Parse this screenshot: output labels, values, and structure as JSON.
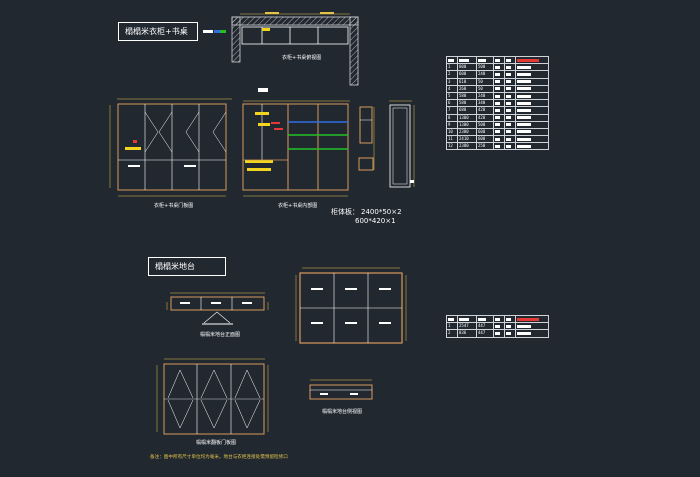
{
  "titles": {
    "wardrobe_desk": "榻榻米衣柜+书桌",
    "tatami_base": "榻榻米地台"
  },
  "view_labels": {
    "wardrobe_top_plan": "衣柜+书桌俯视图",
    "wardrobe_front_doors": "衣柜+书桌门板图",
    "wardrobe_internal": "衣柜+书桌内部图",
    "tatami_front_elevation": "榻榻米地台正面图",
    "tatami_side_section": "榻榻米地台侧视图",
    "tatami_door_elevation": "榻榻米翻板门板图"
  },
  "sheet_note": {
    "label": "柜体板：",
    "lines": [
      "2400*50×2",
      "600*420×1"
    ]
  },
  "footer_note": "备注：图中所有尺寸单位均为毫米，地台与衣柜连接处需预留检修口",
  "tables": {
    "main_rows": [
      {
        "id": "1",
        "size": "800",
        "w": "500"
      },
      {
        "id": "2",
        "size": "600",
        "w": "240"
      },
      {
        "id": "3",
        "size": "610",
        "w": "50"
      },
      {
        "id": "4",
        "size": "260",
        "w": "50"
      },
      {
        "id": "5",
        "size": "580",
        "w": "240"
      },
      {
        "id": "6",
        "size": "580",
        "w": "340"
      },
      {
        "id": "7",
        "size": "680",
        "w": "420"
      },
      {
        "id": "8",
        "size": "1300",
        "w": "420"
      },
      {
        "id": "9",
        "size": "1300",
        "w": "500"
      },
      {
        "id": "10",
        "size": "2380",
        "w": "600"
      },
      {
        "id": "11",
        "size": "2410",
        "w": "600"
      },
      {
        "id": "12",
        "size": "2380",
        "w": "250"
      }
    ],
    "tatami_rows": [
      {
        "id": "1",
        "size": "2547",
        "w": "447"
      },
      {
        "id": "2",
        "size": "836",
        "w": "447"
      }
    ]
  },
  "colors": {
    "background": "#212830",
    "lines": "#ffffff",
    "wood_panel": "#d99a5b",
    "dimension": "#e3c44a",
    "shelf_green": "#25c025",
    "shelf_blue": "#2f6fe0",
    "highlight_yellow": "#f2d51e",
    "highlight_red": "#e53935"
  }
}
